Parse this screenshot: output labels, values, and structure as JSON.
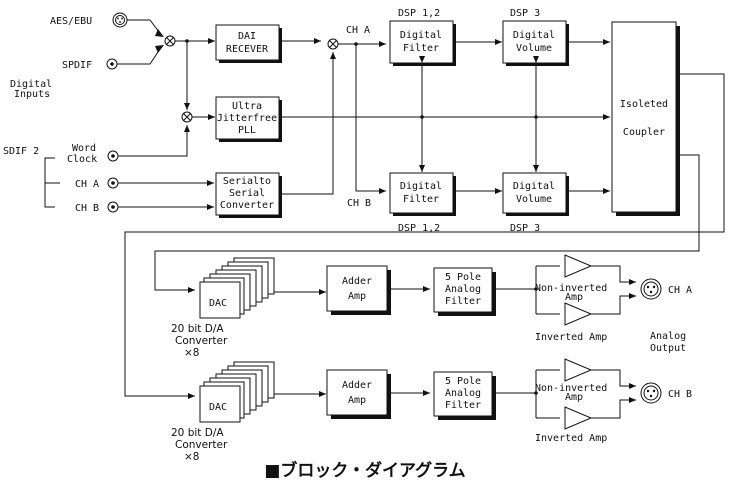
{
  "inputs": {
    "aes_ebu": "AES/EBU",
    "spdif": "SPDIF",
    "digital_inputs_1": "Digital",
    "digital_inputs_2": "Inputs",
    "sdif2": "SDIF 2",
    "word_clock_1": "Word",
    "word_clock_2": "Clock",
    "ch_a": "CH A",
    "ch_b": "CH B"
  },
  "blocks": {
    "dai_receiver_1": "DAI",
    "dai_receiver_2": "RECEVER",
    "pll_1": "Ultra",
    "pll_2": "Jitterfree",
    "pll_3": "PLL",
    "s2s_1": "Serialto",
    "s2s_2": "Serial",
    "s2s_3": "Converter",
    "filter_a_1": "Digital",
    "filter_a_2": "Filter",
    "filter_b_1": "Digital",
    "filter_b_2": "Filter",
    "volume_a_1": "Digital",
    "volume_a_2": "Volume",
    "volume_b_1": "Digital",
    "volume_b_2": "Volume",
    "coupler_1": "Isoleted",
    "coupler_2": "Coupler",
    "dac": "DAC",
    "adder_1": "Adder",
    "adder_2": "Amp",
    "lpf_1": "5 Pole",
    "lpf_2": "Analog",
    "lpf_3": "Filter"
  },
  "labels": {
    "ch_a_top": "CH A",
    "ch_b_mid": "CH B",
    "dsp12_top": "DSP 1,2",
    "dsp3_top": "DSP 3",
    "dsp12_bot": "DSP 1,2",
    "dsp3_bot": "DSP 3",
    "dac_conv_1": "20 bit D/A",
    "dac_conv_2": "Converter",
    "dac_conv_3": "×8",
    "noninv": "Non-inverted",
    "noninv_amp": "Amp",
    "inv_amp": "Inverted Amp",
    "out_ch_a": "CH A",
    "out_ch_b": "CH B",
    "analog_output_1": "Analog",
    "analog_output_2": "Output"
  },
  "caption": "■ブロック・ダイアグラム"
}
